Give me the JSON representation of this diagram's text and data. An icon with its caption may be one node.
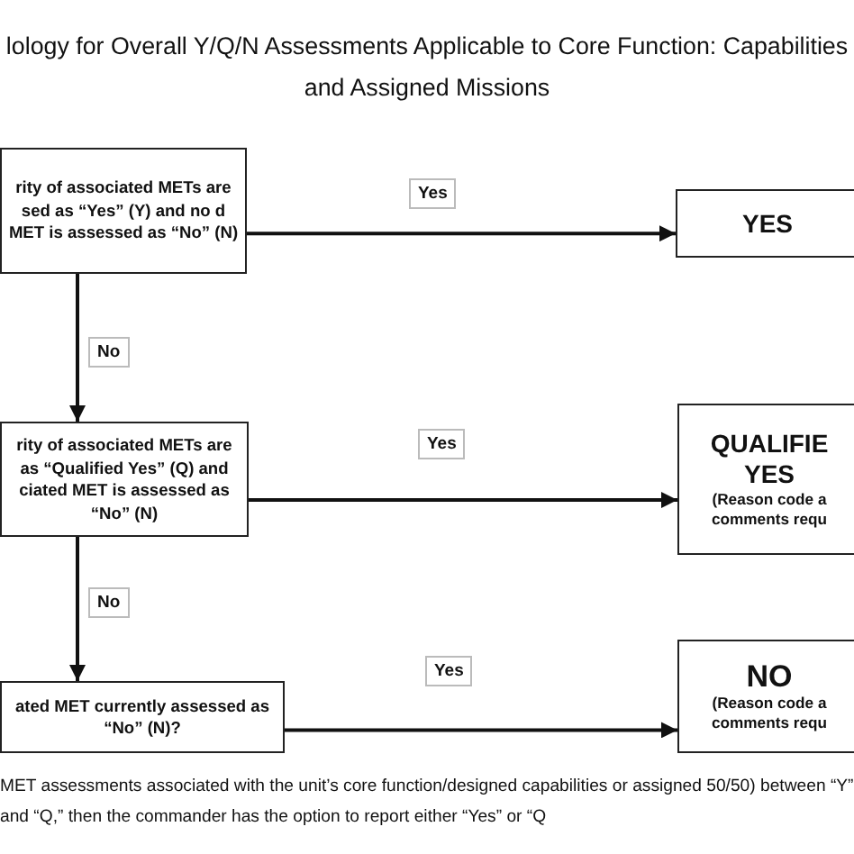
{
  "diagram": {
    "title": "lology for Overall Y/Q/N Assessments Applicable to Core Function: Capabilities and Assigned Missions",
    "nodes": [
      {
        "text": [
          "rity of associated METs are sed as “Yes” (Y) and no d MET is assessed as “No” (N)"
        ]
      },
      {
        "text": [
          "YES"
        ]
      },
      {
        "text": [
          "rity of associated METs are as “Qualified Yes” (Q) and ciated MET is assessed as “No” (N)"
        ]
      },
      {
        "text": [
          "QUALIFIE YES",
          "(Reason code a comments requ"
        ]
      },
      {
        "text": [
          "ated MET currently assessed as “No” (N)?"
        ]
      },
      {
        "text": [
          "NO",
          "(Reason code a comments requ"
        ]
      }
    ],
    "edges": [
      {
        "from": 0,
        "to": 1,
        "arrow": "to",
        "label": "Yes"
      },
      {
        "from": 0,
        "to": 2,
        "arrow": "to",
        "label": "No"
      },
      {
        "from": 2,
        "to": 3,
        "arrow": "to",
        "label": "Yes"
      },
      {
        "from": 2,
        "to": 4,
        "arrow": "to",
        "label": "No"
      },
      {
        "from": 4,
        "to": 5,
        "arrow": "to",
        "label": "Yes"
      }
    ],
    "labels": [
      "MET assessments associated with the unit’s core function/designed capabilities or assigned 50/50) between “Y” and “Q,” then the commander has the option to report either “Yes” or “Q"
    ]
  }
}
